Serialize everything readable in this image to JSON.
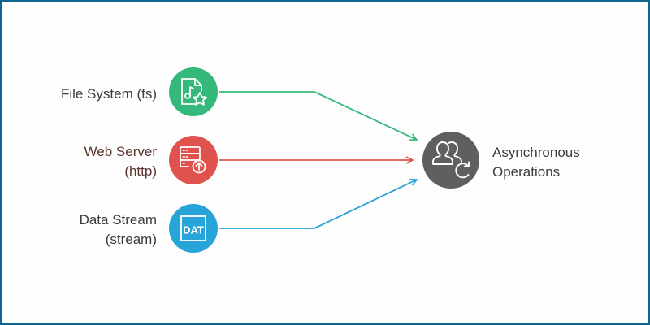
{
  "diagram": {
    "type": "flow",
    "border_color": "#0d6690",
    "sources": [
      {
        "id": "fs",
        "label_lines": [
          "File System (fs)"
        ],
        "icon": "music-file-star-icon",
        "color": "#35b97a",
        "text_color": "#3b3b3b"
      },
      {
        "id": "http",
        "label_lines": [
          "Web Server",
          "(http)"
        ],
        "icon": "server-upload-icon",
        "color": "#e0524d",
        "text_color": "#5a3330"
      },
      {
        "id": "stream",
        "label_lines": [
          "Data Stream",
          "(stream)"
        ],
        "icon": "dat-file-icon",
        "color": "#27a4d8",
        "text_color": "#3b3b3b"
      }
    ],
    "target": {
      "id": "async",
      "label_lines": [
        "Asynchronous",
        "Operations"
      ],
      "icon": "users-refresh-icon",
      "color": "#5f5f5f",
      "text_color": "#3b3b3b"
    },
    "icon_text": {
      "dat": "DAT"
    }
  }
}
